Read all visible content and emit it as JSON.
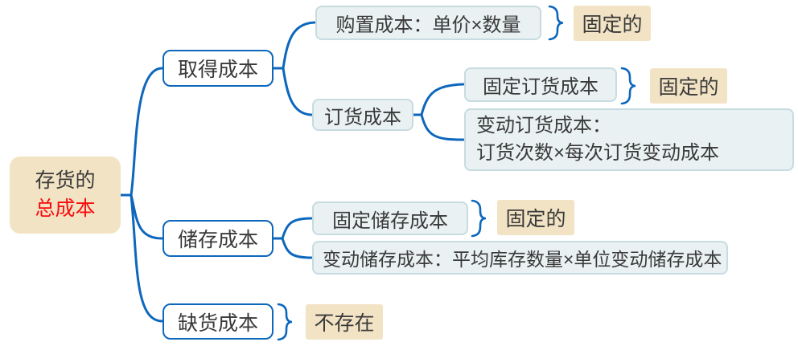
{
  "colors": {
    "line_blue": "#0D67BC",
    "level1_border_blue": "#0D67BC",
    "leaf_fill": "#EAF1F2",
    "leaf_border": "#C7DBE0",
    "beige_fill": "#F2E3C5",
    "text_dark": "#3A3A3A",
    "highlight_red": "#F80D0D"
  },
  "root": {
    "line1": "存货的",
    "line2": "总成本"
  },
  "branches": {
    "acquisition": {
      "label": "取得成本",
      "purchase": {
        "label": "购置成本：单价×数量",
        "tag": "固定的"
      },
      "ordering": {
        "label": "订货成本",
        "fixed": {
          "label": "固定订货成本",
          "tag": "固定的"
        },
        "variable": {
          "line1": "变动订货成本：",
          "line2": "订货次数×每次订货变动成本"
        }
      }
    },
    "storage": {
      "label": "储存成本",
      "fixed": {
        "label": "固定储存成本",
        "tag": "固定的"
      },
      "variable": {
        "label": "变动储存成本：平均库存数量×单位变动储存成本"
      }
    },
    "shortage": {
      "label": "缺货成本",
      "tag": "不存在"
    }
  }
}
